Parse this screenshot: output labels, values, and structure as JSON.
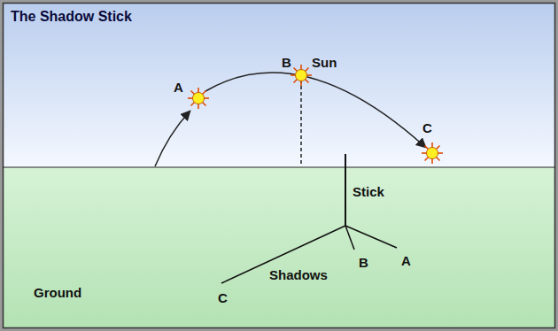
{
  "diagram": {
    "title": "The Shadow Stick",
    "labels": [
      "A",
      "B",
      "Sun",
      "C",
      "Stick",
      "Shadows",
      "B",
      "A",
      "C",
      "Ground"
    ]
  }
}
